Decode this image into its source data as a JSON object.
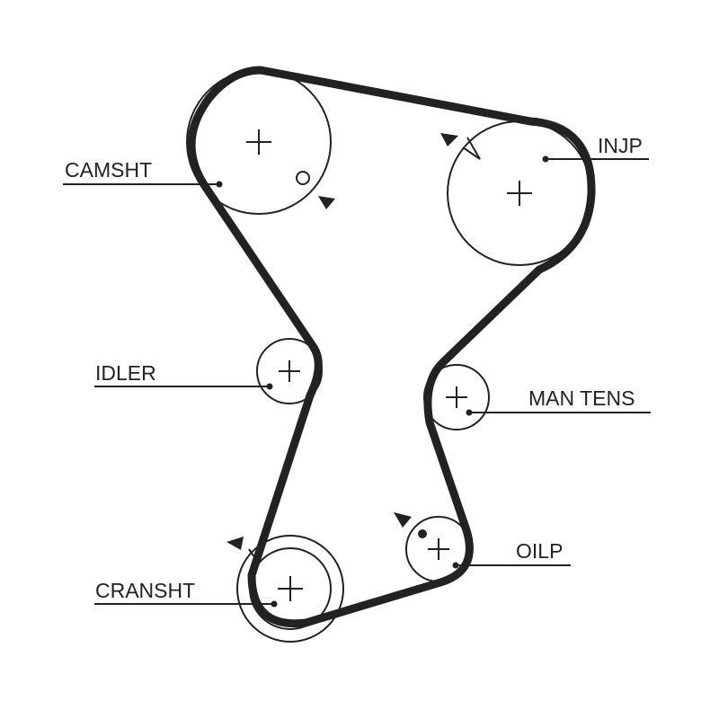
{
  "colors": {
    "line": "#222222",
    "background": "#ffffff"
  },
  "labels": {
    "camshaft": "CAMSHT",
    "injection_pump": "INJP",
    "idler": "IDLER",
    "manual_tensioner": "MAN TENS",
    "crankshaft": "CRANSHT",
    "oil_pump": "OILP"
  },
  "icons": [
    "pulley-center-cross-icon",
    "timing-mark-triangle-icon",
    "timing-mark-circle-icon",
    "timing-mark-dot-icon"
  ]
}
